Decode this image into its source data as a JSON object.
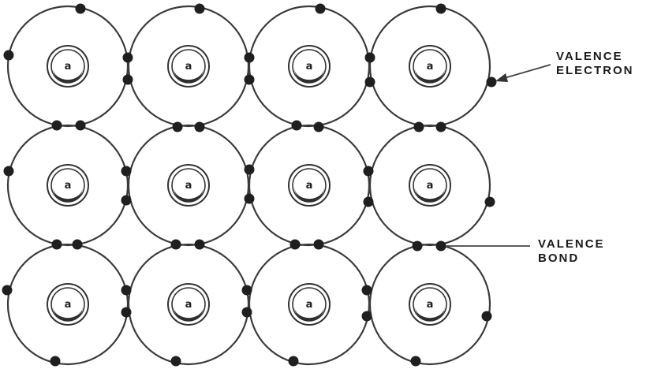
{
  "labels": {
    "valence_electron": {
      "line1": "VALENCE",
      "line2": "ELECTRON"
    },
    "valence_bond": {
      "line1": "VALENCE",
      "line2": "BOND"
    }
  },
  "atom": {
    "core_letter": "a",
    "rows": 3,
    "columns": 4
  },
  "colors": {
    "line": "#3a3a3a",
    "electron": "#1f1f1f",
    "background": "#ffffff"
  }
}
